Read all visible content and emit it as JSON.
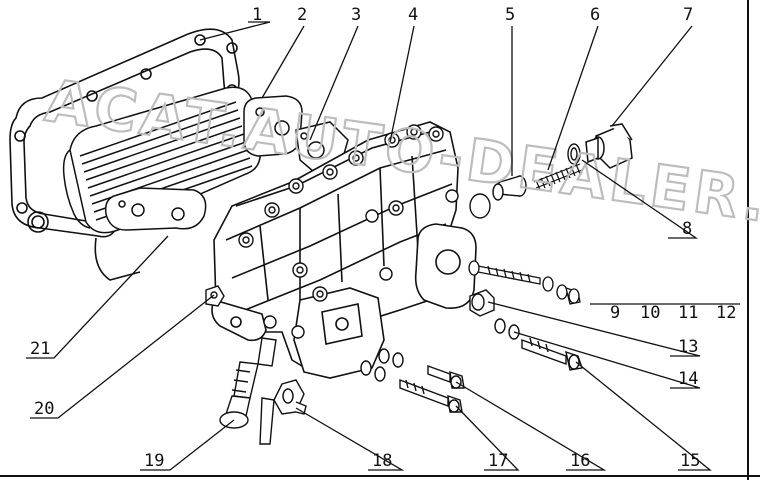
{
  "watermark": "ACAT.AUTO-DEALER.RU",
  "colors": {
    "line": "#111111",
    "watermark": "#bdbdbd",
    "background": "#ffffff"
  },
  "callouts": [
    {
      "id": "1",
      "label": "1"
    },
    {
      "id": "2",
      "label": "2"
    },
    {
      "id": "3",
      "label": "3"
    },
    {
      "id": "4",
      "label": "4"
    },
    {
      "id": "5",
      "label": "5"
    },
    {
      "id": "6",
      "label": "6"
    },
    {
      "id": "7",
      "label": "7"
    },
    {
      "id": "8",
      "label": "8"
    },
    {
      "id": "9",
      "label": "9"
    },
    {
      "id": "10",
      "label": "10"
    },
    {
      "id": "11",
      "label": "11"
    },
    {
      "id": "12",
      "label": "12"
    },
    {
      "id": "13",
      "label": "13"
    },
    {
      "id": "14",
      "label": "14"
    },
    {
      "id": "15",
      "label": "15"
    },
    {
      "id": "16",
      "label": "16"
    },
    {
      "id": "17",
      "label": "17"
    },
    {
      "id": "18",
      "label": "18"
    },
    {
      "id": "19",
      "label": "19"
    },
    {
      "id": "20",
      "label": "20"
    },
    {
      "id": "21",
      "label": "21"
    }
  ]
}
